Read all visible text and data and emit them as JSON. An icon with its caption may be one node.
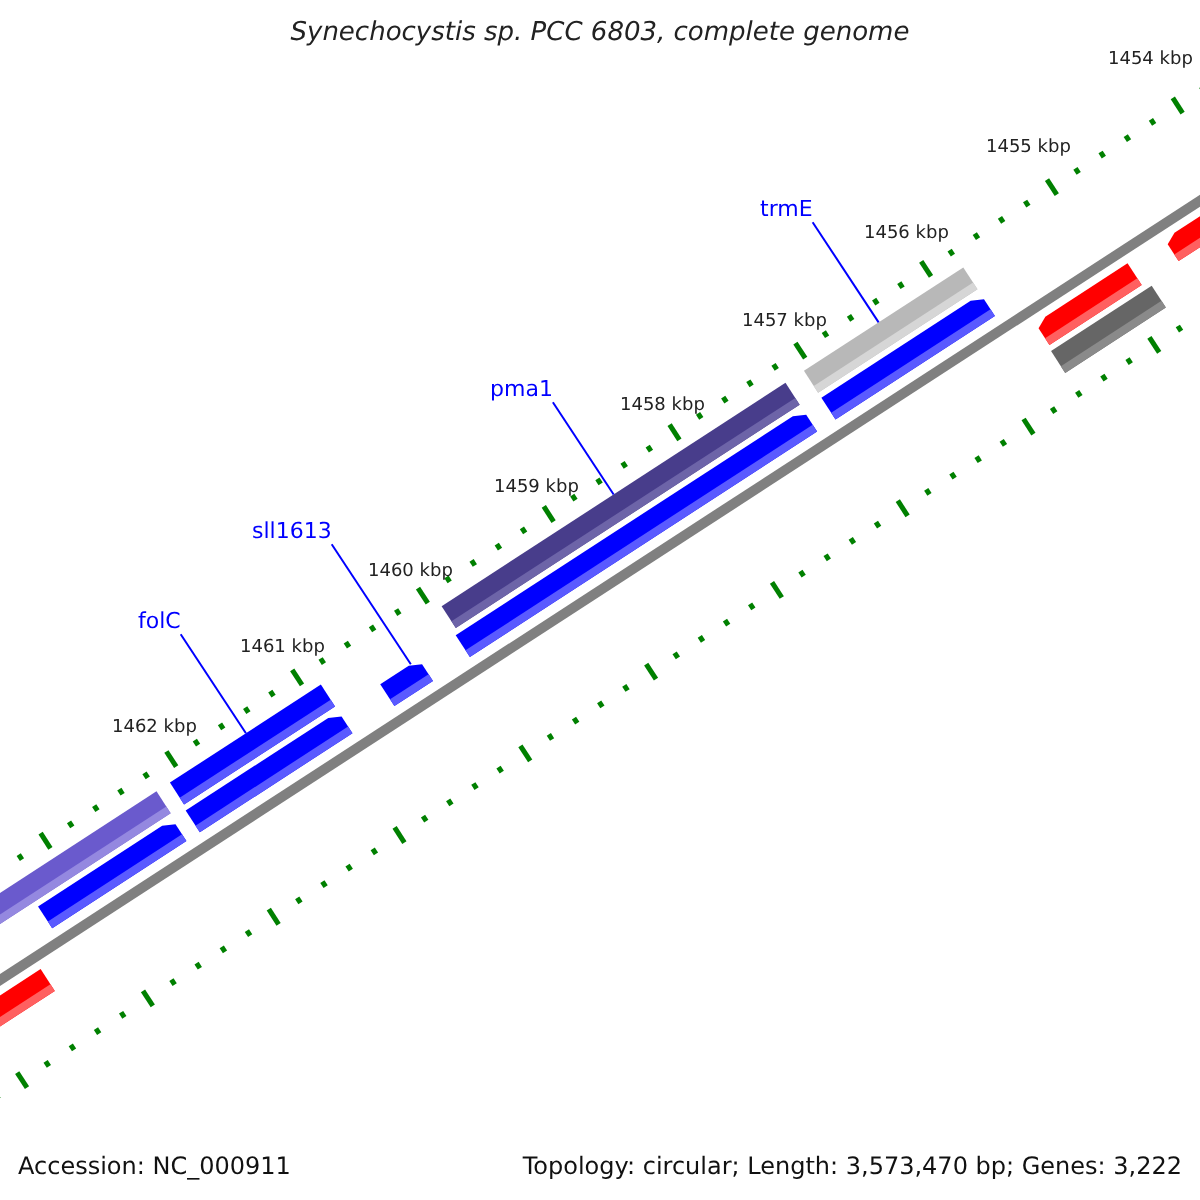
{
  "diagram": {
    "title": "Synechocystis sp. PCC 6803, complete genome",
    "nodes": [
      {
        "text": [
          "trmE"
        ]
      },
      {
        "text": [
          "pma1"
        ]
      },
      {
        "text": [
          "sll1613"
        ]
      },
      {
        "text": [
          "folC"
        ]
      },
      {
        "text": [],
        "shape": "bar"
      },
      {
        "text": [],
        "shape": "bar"
      },
      {
        "text": [],
        "shape": "bar"
      },
      {
        "text": [],
        "shape": "bar"
      }
    ],
    "edges": [
      {
        "from": 0,
        "to": 7,
        "arrow": "none"
      },
      {
        "from": 1,
        "to": 6,
        "arrow": "none"
      },
      {
        "from": 2,
        "to": 5,
        "arrow": "none"
      },
      {
        "from": 3,
        "to": 4,
        "arrow": "none"
      }
    ],
    "labels": [
      "1454 kbp",
      "1455 kbp",
      "1456 kbp",
      "1457 kbp",
      "1458 kbp",
      "1459 kbp",
      "1460 kbp",
      "1461 kbp",
      "1462 kbp",
      "Accession: NC_000911",
      "Topology: circular; Length: 3,573,470 bp; Genes: 3,222"
    ]
  }
}
